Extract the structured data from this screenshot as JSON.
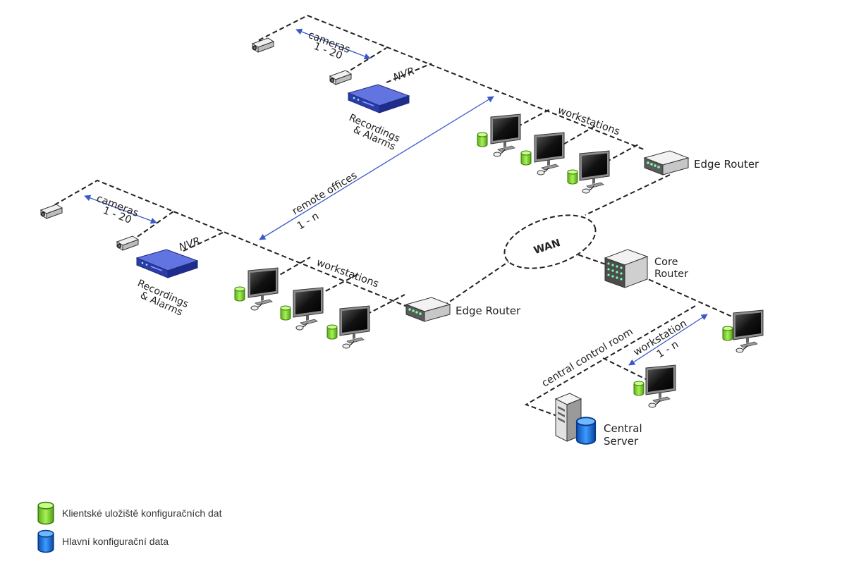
{
  "labels": {
    "cameras_top": "cameras",
    "cameras_top_range": "1 - 20",
    "nvr_top": "NVR",
    "recordings_top_1": "Recordings",
    "recordings_top_2": "& Alarms",
    "workstations_top": "workstations",
    "edge_router_top": "Edge Router",
    "remote_offices": "remote offices",
    "remote_offices_range": "1 - n",
    "cameras_left": "cameras",
    "cameras_left_range": "1 - 20",
    "nvr_left": "NVR",
    "recordings_left_1": "Recordings",
    "recordings_left_2": "& Alarms",
    "workstations_left": "workstations",
    "edge_router_left": "Edge Router",
    "wan": "WAN",
    "core_router_1": "Core",
    "core_router_2": "Router",
    "central_control_room": "central control room",
    "workstation_central": "workstation",
    "workstation_central_range": "1 - n",
    "central_server_1": "Central",
    "central_server_2": "Server"
  },
  "legend": [
    {
      "text": "Klientské uložiště konfiguračních dat",
      "color": "#7ed321"
    },
    {
      "text": "Hlavní konfigurační data",
      "color": "#1a6fd6"
    }
  ],
  "colors": {
    "client_storage": "#8fe03a",
    "master_storage": "#1a74e0",
    "nvr": "#3b4fc9",
    "arrow": "#3a58c8"
  }
}
